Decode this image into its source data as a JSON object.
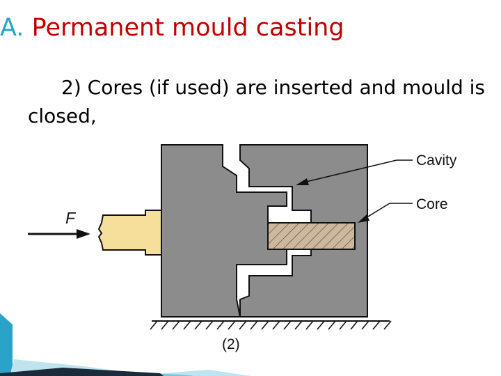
{
  "slide": {
    "title_prefix": "A.",
    "title_text": "Permanent mould casting",
    "step_text": "2) Cores (if used) are inserted and mould is closed,"
  },
  "diagram": {
    "labels": {
      "cavity": "Cavity",
      "core": "Core",
      "force": "F",
      "caption": "(2)"
    },
    "colors": {
      "mould": "#8c8c8c",
      "core": "#ccb89f",
      "ejector": "#f5df9a",
      "title_accent": "#29a3c8",
      "title": "#c00000",
      "corner_ribbon": "#29a3c8"
    }
  }
}
